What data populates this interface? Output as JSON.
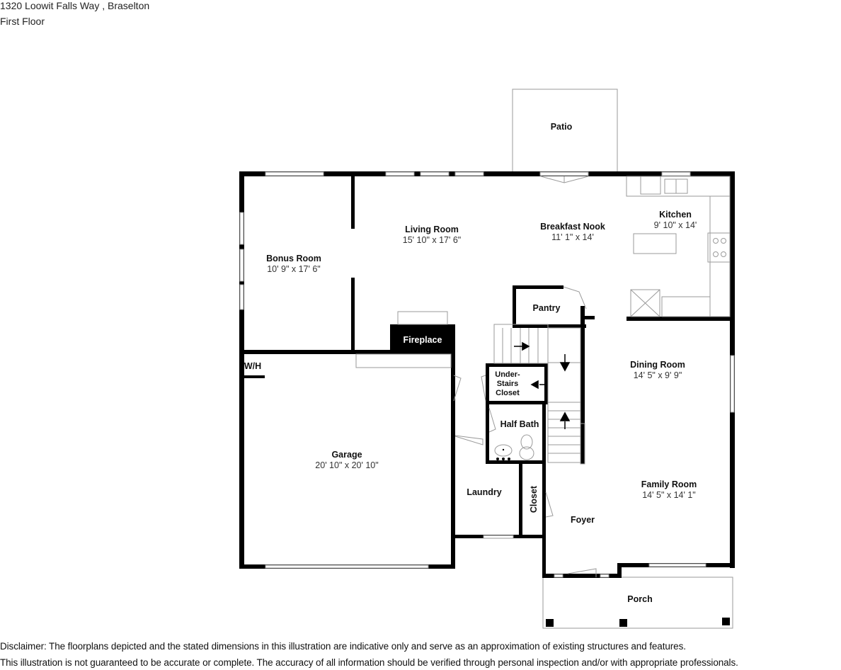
{
  "header": {
    "address": "1320 Loowit Falls Way , Braselton",
    "floor": "First Floor"
  },
  "rooms": {
    "patio": {
      "name": "Patio"
    },
    "bonus_room": {
      "name": "Bonus Room",
      "dims": "10' 9\" x 17' 6\""
    },
    "living_room": {
      "name": "Living Room",
      "dims": "15' 10\" x 17' 6\""
    },
    "breakfast_nook": {
      "name": "Breakfast Nook",
      "dims": "11' 1\" x 14'"
    },
    "kitchen": {
      "name": "Kitchen",
      "dims": "9' 10\" x 14'"
    },
    "pantry": {
      "name": "Pantry"
    },
    "fireplace": {
      "name": "Fireplace"
    },
    "water_heater": {
      "name": "W/H"
    },
    "under_stairs_closet": {
      "name": "Under-Stairs Closet",
      "line1": "Under-",
      "line2": "Stairs",
      "line3": "Closet"
    },
    "dining_room": {
      "name": "Dining Room",
      "dims": "14' 5\" x 9' 9\""
    },
    "half_bath": {
      "name": "Half Bath"
    },
    "garage": {
      "name": "Garage",
      "dims": "20' 10\" x 20' 10\""
    },
    "laundry": {
      "name": "Laundry"
    },
    "closet": {
      "name": "Closet"
    },
    "foyer": {
      "name": "Foyer"
    },
    "family_room": {
      "name": "Family Room",
      "dims": "14' 5\" x 14' 1\""
    },
    "porch": {
      "name": "Porch"
    }
  },
  "disclaimer": {
    "line1": "Disclaimer: The floorplans depicted and the stated dimensions in this illustration are indicative only and serve as an approximation of existing structures and features.",
    "line2": "This illustration is not guaranteed to be accurate or complete. The accuracy of all information should be verified through personal inspection and/or with appropriate professionals."
  },
  "colors": {
    "wall": "#000000",
    "fixture_line": "#9a9a9a",
    "background": "#ffffff"
  }
}
